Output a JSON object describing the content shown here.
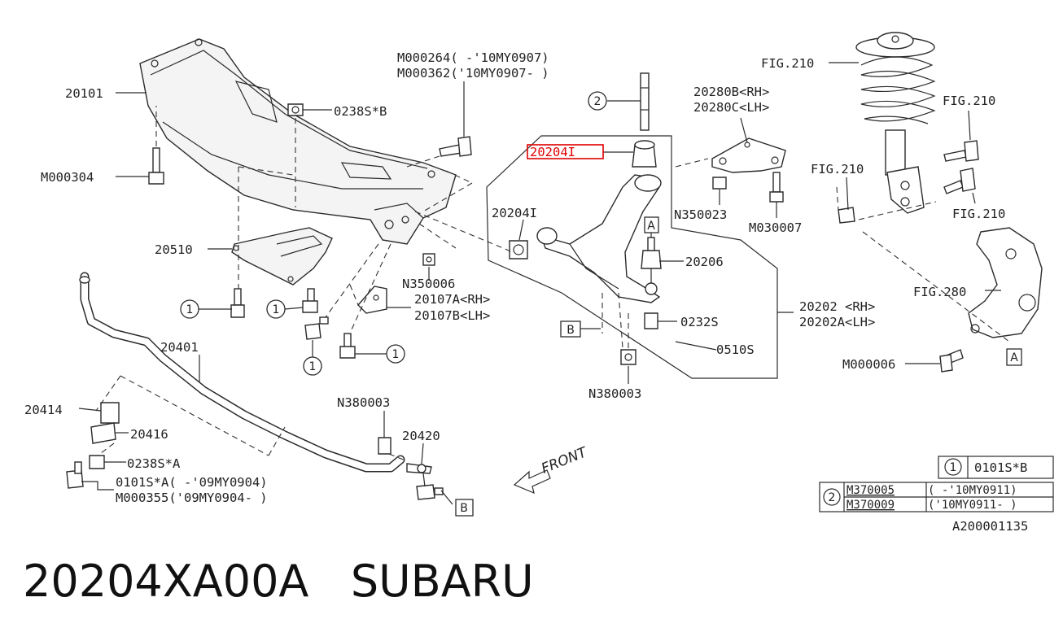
{
  "labels": {
    "crossmember": "20101",
    "bolt_m000264": "M000264( -'10MY0907)",
    "bolt_m000362": "M000362('10MY0907- )",
    "nut_0238s_b": "0238S*B",
    "bolt_m000304": "M000304",
    "arm_highlight": "20204I",
    "bush_20204i": "20204I",
    "bracket_20280b": "20280B<RH>",
    "bracket_20280c": "20280C<LH>",
    "nut_n350023": "N350023",
    "bolt_m030007": "M030007",
    "strut_fig210_top": "FIG.210",
    "strut_fig210_right": "FIG.210",
    "strut_fig210_left": "FIG.210",
    "strut_fig210_bottom": "FIG.210",
    "plate_20510": "20510",
    "nut_n350006": "N350006",
    "bracket_20107a": "20107A<RH>",
    "bracket_20107b": "20107B<LH>",
    "balljoint_20206": "20206",
    "arm_20202": "20202 <RH>",
    "arm_20202a": "20202A<LH>",
    "nut_0232s": "0232S",
    "pin_0510s": "0510S",
    "nut_n380003_upper": "N380003",
    "knuckle_fig280": "FIG.280",
    "bolt_m000006": "M000006",
    "stabilizer_20401": "20401",
    "bush_20414": "20414",
    "clamp_20416": "20416",
    "nut_0238s_a": "0238S*A",
    "bolt_0101s_a": "0101S*A( -'09MY0904)",
    "bolt_m000355": "M000355('09MY0904- )",
    "nut_n380003_lower": "N380003",
    "link_20420": "20420",
    "front": "FRONT",
    "ref_a_top": "A",
    "ref_a_right": "A",
    "ref_b_left": "B",
    "ref_b_bottom": "B",
    "callout_1": "1",
    "callout_2": "2",
    "legend_1_number": "1",
    "legend_1_value": "0101S*B",
    "legend_2_number": "2",
    "legend_2_row1_part": "M370005",
    "legend_2_row1_note": "( -'10MY0911)",
    "legend_2_row2_part": "M370009",
    "legend_2_row2_note": "('10MY0911- )",
    "diagram_id": "A200001135"
  },
  "title": "20204XA00A   SUBARU",
  "colors": {
    "line": "#2b2b2b",
    "highlight": "#e00000",
    "text": "#222222",
    "background": "#ffffff"
  }
}
